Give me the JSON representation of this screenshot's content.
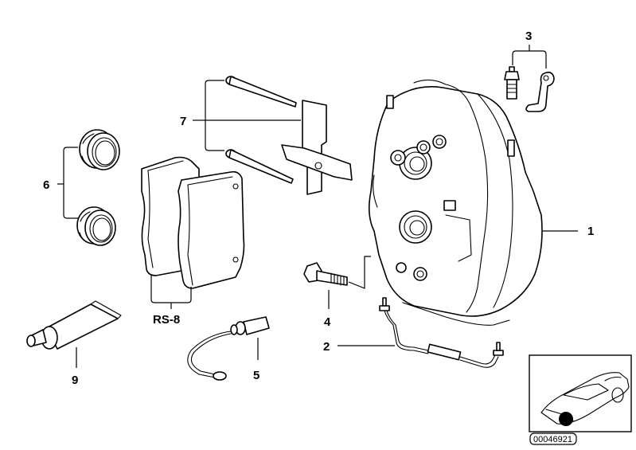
{
  "diagram": {
    "title": "Brake caliper exploded parts view",
    "callouts": [
      {
        "id": "1",
        "label": "1",
        "part": "brake caliper"
      },
      {
        "id": "2",
        "label": "2",
        "part": "brake line / sensor wire"
      },
      {
        "id": "3",
        "label": "3",
        "part": "bleeder valve and bracket"
      },
      {
        "id": "4",
        "label": "4",
        "part": "hex bolt"
      },
      {
        "id": "5",
        "label": "5",
        "part": "brake pad wear sensor"
      },
      {
        "id": "6",
        "label": "6",
        "part": "piston seals"
      },
      {
        "id": "7",
        "label": "7",
        "part": "retaining pins and spring"
      },
      {
        "id": "9",
        "label": "9",
        "part": "grease tube"
      },
      {
        "id": "rs8",
        "label": "RS-8",
        "part": "brake pad set"
      }
    ],
    "reference_inset": {
      "description": "vehicle location inset (front wheel highlighted)",
      "diagram_number": "00046921"
    }
  }
}
